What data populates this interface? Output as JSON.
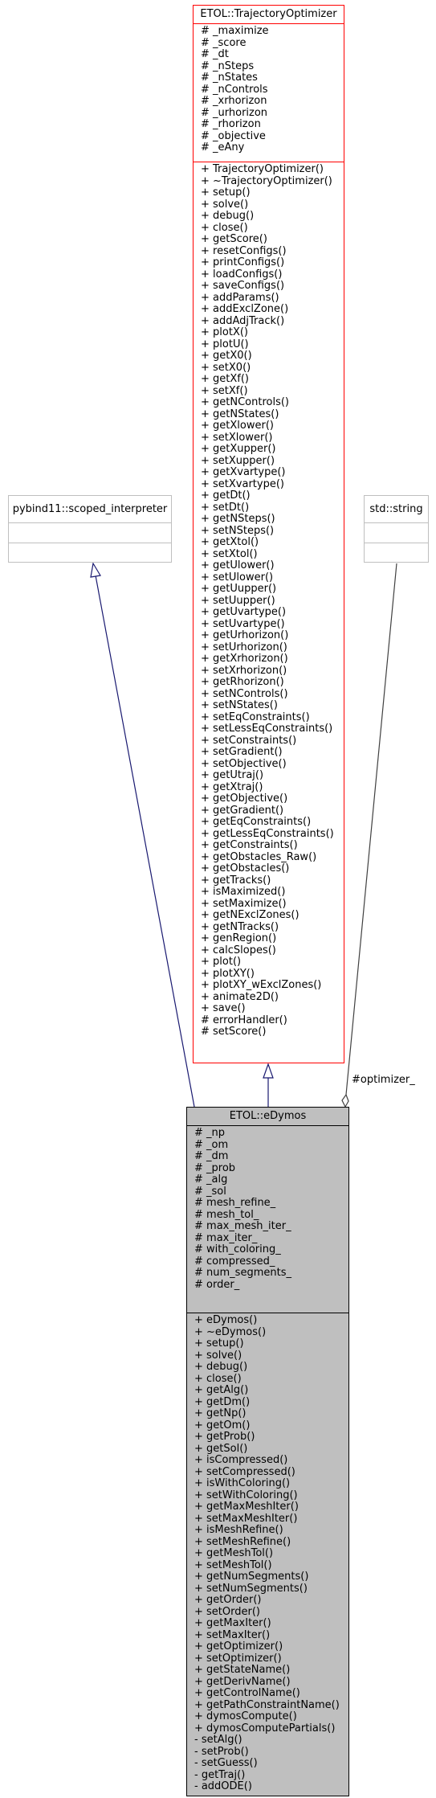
{
  "classes": {
    "trajectory_optimizer": {
      "name": "ETOL::TrajectoryOptimizer",
      "attributes": [
        "# _maximize",
        "# _score",
        "# _dt",
        "# _nSteps",
        "# _nStates",
        "# _nControls",
        "# _xrhorizon",
        "# _urhorizon",
        "# _rhorizon",
        "# _objective",
        "# _eAny"
      ],
      "methods": [
        "+ TrajectoryOptimizer()",
        "+ ~TrajectoryOptimizer()",
        "+ setup()",
        "+ solve()",
        "+ debug()",
        "+ close()",
        "+ getScore()",
        "+ resetConfigs()",
        "+ printConfigs()",
        "+ loadConfigs()",
        "+ saveConfigs()",
        "+ addParams()",
        "+ addExclZone()",
        "+ addAdjTrack()",
        "+ plotX()",
        "+ plotU()",
        "+ getX0()",
        "+ setX0()",
        "+ getXf()",
        "+ setXf()",
        "+ getNControls()",
        "+ getNStates()",
        "+ getXlower()",
        "+ setXlower()",
        "+ getXupper()",
        "+ setXupper()",
        "+ getXvartype()",
        "+ setXvartype()",
        "+ getDt()",
        "+ setDt()",
        "+ getNSteps()",
        "+ setNSteps()",
        "+ getXtol()",
        "+ setXtol()",
        "+ getUlower()",
        "+ setUlower()",
        "+ getUupper()",
        "+ setUupper()",
        "+ getUvartype()",
        "+ setUvartype()",
        "+ getUrhorizon()",
        "+ setUrhorizon()",
        "+ getXrhorizon()",
        "+ setXrhorizon()",
        "+ getRhorizon()",
        "+ setNControls()",
        "+ setNStates()",
        "+ setEqConstraints()",
        "+ setLessEqConstraints()",
        "+ setConstraints()",
        "+ setGradient()",
        "+ setObjective()",
        "+ getUtraj()",
        "+ getXtraj()",
        "+ getObjective()",
        "+ getGradient()",
        "+ getEqConstraints()",
        "+ getLessEqConstraints()",
        "+ getConstraints()",
        "+ getObstacles_Raw()",
        "+ getObstacles()",
        "+ getTracks()",
        "+ isMaximized()",
        "+ setMaximize()",
        "+ getNExclZones()",
        "+ getNTracks()",
        "+ genRegion()",
        "+ calcSlopes()",
        "+ plot()",
        "+ plotXY()",
        "+ plotXY_wExclZones()",
        "+ animate2D()",
        "+ save()",
        "# errorHandler()",
        "# setScore()"
      ]
    },
    "scoped_interpreter": {
      "name": "pybind11::scoped_interpreter"
    },
    "std_string": {
      "name": "std::string"
    },
    "edymos": {
      "name": "ETOL::eDymos",
      "attributes": [
        "# _np",
        "# _om",
        "# _dm",
        "# _prob",
        "# _alg",
        "# _sol",
        "# mesh_refine_",
        "# mesh_tol_",
        "# max_mesh_iter_",
        "# max_iter_",
        "# with_coloring_",
        "# compressed_",
        "# num_segments_",
        "# order_"
      ],
      "methods": [
        "+ eDymos()",
        "+ ~eDymos()",
        "+ setup()",
        "+ solve()",
        "+ debug()",
        "+ close()",
        "+ getAlg()",
        "+ getDm()",
        "+ getNp()",
        "+ getOm()",
        "+ getProb()",
        "+ getSol()",
        "+ isCompressed()",
        "+ setCompressed()",
        "+ isWithColoring()",
        "+ setWithColoring()",
        "+ getMaxMeshIter()",
        "+ setMaxMeshIter()",
        "+ isMeshRefine()",
        "+ setMeshRefine()",
        "+ getMeshTol()",
        "+ setMeshTol()",
        "+ getNumSegments()",
        "+ setNumSegments()",
        "+ getOrder()",
        "+ setOrder()",
        "+ getMaxIter()",
        "+ setMaxIter()",
        "+ getOptimizer()",
        "+ setOptimizer()",
        "+ getStateName()",
        "+ getDerivName()",
        "+ getControlName()",
        "+ getPathConstraintName()",
        "+ dymosCompute()",
        "+ dymosComputePartials()",
        "- setAlg()",
        "- setProb()",
        "- setGuess()",
        "- getTraj()",
        "- addODE()"
      ]
    }
  },
  "relations": {
    "optimizer_label": "#optimizer_"
  },
  "colors": {
    "base_class_border": "#ff0000",
    "external_class_border": "#bfbfbf",
    "main_class_fill": "#bfbfbf",
    "inheritance_edge": "#191970",
    "usage_edge": "#404040"
  }
}
